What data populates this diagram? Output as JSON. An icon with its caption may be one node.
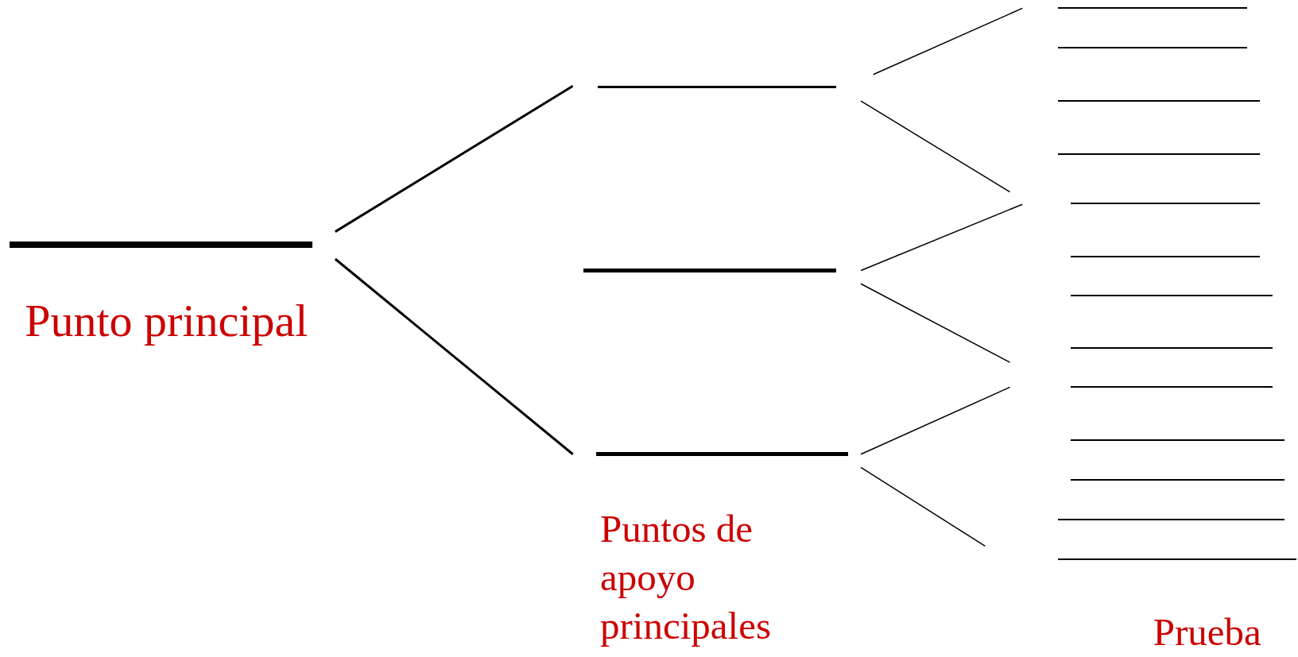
{
  "diagram": {
    "nodes": [
      {
        "text": [],
        "shape": "bar"
      },
      {
        "text": [],
        "shape": "bar"
      },
      {
        "text": [],
        "shape": "bar"
      },
      {
        "text": [],
        "shape": "bar"
      },
      {
        "text": [],
        "shape": "bar"
      },
      {
        "text": [],
        "shape": "bar"
      },
      {
        "text": [],
        "shape": "bar"
      },
      {
        "text": [],
        "shape": "bar"
      },
      {
        "text": [],
        "shape": "bar"
      },
      {
        "text": [],
        "shape": "bar"
      },
      {
        "text": [],
        "shape": "bar"
      },
      {
        "text": [],
        "shape": "bar"
      },
      {
        "text": [],
        "shape": "bar"
      },
      {
        "text": [],
        "shape": "bar"
      },
      {
        "text": [],
        "shape": "bar"
      },
      {
        "text": [],
        "shape": "bar"
      },
      {
        "text": [],
        "shape": "bar"
      }
    ],
    "edges": [
      {
        "from": 0,
        "to": 1,
        "arrow": "none"
      },
      {
        "from": 0,
        "to": 3,
        "arrow": "none"
      },
      {
        "from": 1,
        "to": null,
        "arrow": "none"
      },
      {
        "from": 1,
        "to": null,
        "arrow": "none"
      },
      {
        "from": 2,
        "to": null,
        "arrow": "none"
      },
      {
        "from": 2,
        "to": null,
        "arrow": "none"
      },
      {
        "from": 3,
        "to": null,
        "arrow": "none"
      },
      {
        "from": 3,
        "to": null,
        "arrow": "none"
      }
    ],
    "labels": [
      "Punto principal",
      "Puntos de apoyo principales",
      "Prueba"
    ]
  }
}
